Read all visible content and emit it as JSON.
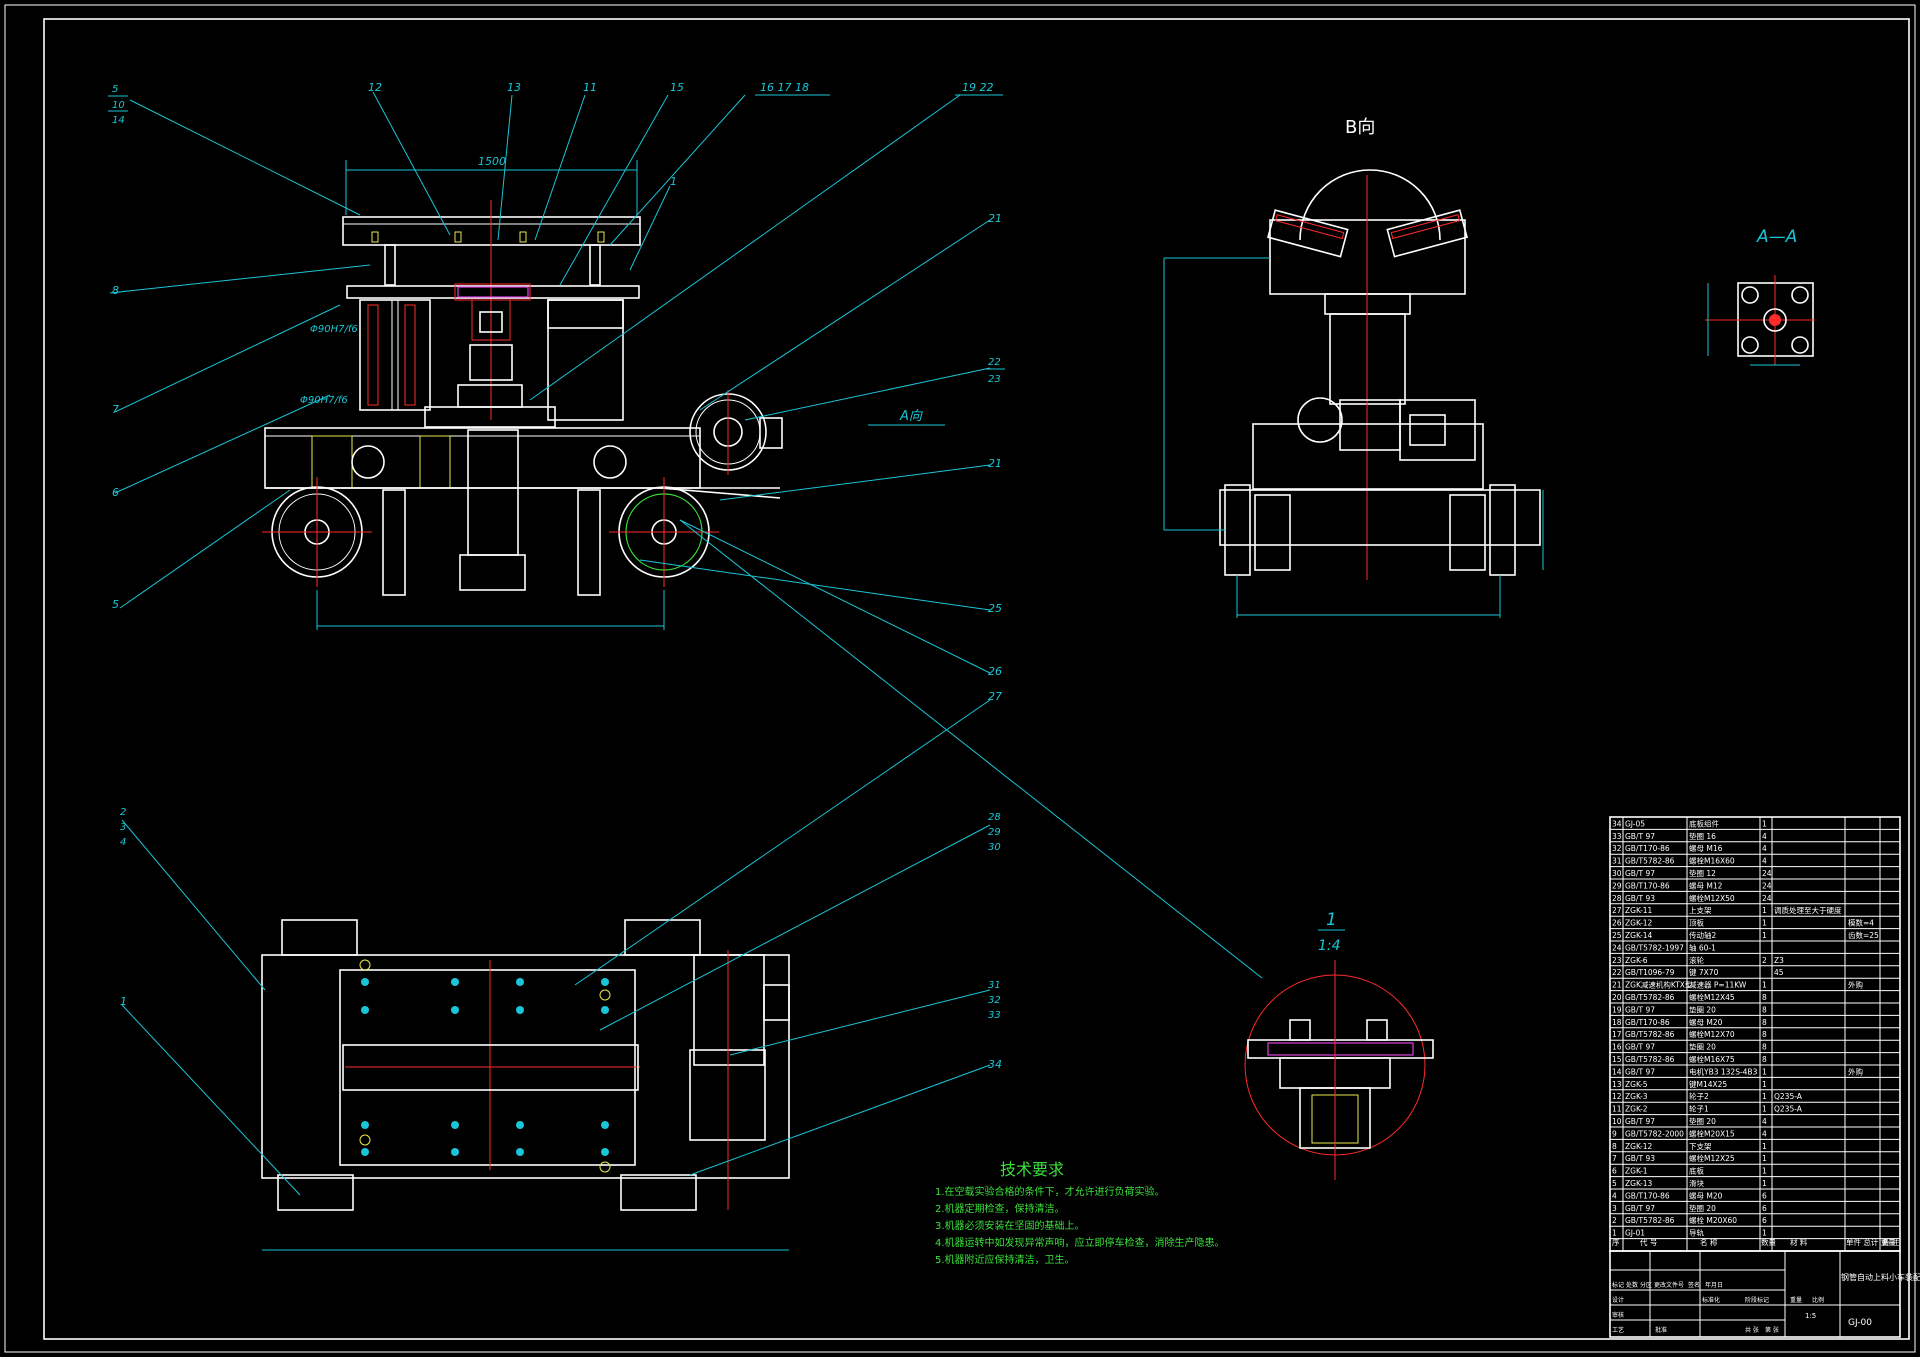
{
  "drawing": {
    "view_labels": {
      "b_view": "B向",
      "section_aa": "A—A",
      "a_view": "A向",
      "detail_num": "1",
      "detail_scale": "1:4"
    },
    "dimensions": {
      "top_width": "1500",
      "fit_upper": "Φ90H7/f6",
      "fit_lower": "Φ90H7/f6"
    },
    "balloons_top": [
      "12",
      "13",
      "11",
      "15",
      "16 17 18",
      "19 22"
    ],
    "balloons_left_front": [
      [
        "5",
        "10",
        "14"
      ],
      "8",
      "7",
      "6",
      "5"
    ],
    "balloon_one": "1",
    "balloons_right_front": [
      "21",
      [
        "22",
        "23"
      ],
      "21",
      "25",
      "26"
    ],
    "balloons_plan_left": [
      [
        "2",
        "3",
        "4"
      ],
      "1"
    ],
    "balloons_plan_right": [
      "27",
      [
        "28",
        "29",
        "30"
      ],
      [
        "31",
        "32",
        "33"
      ],
      "34"
    ],
    "tech_requirements": {
      "title": "技术要求",
      "items": [
        "1.在空载实验合格的条件下，才允许进行负荷实验。",
        "2.机器定期检查，保持清洁。",
        "3.机器必须安装在坚固的基础上。",
        "4.机器运转中如发现异常声响，应立即停车检查，消除生产隐患。",
        "5.机器附近应保持清洁，卫生。"
      ]
    },
    "bom": [
      [
        "34",
        "GJ-05",
        "底板组件",
        "1",
        ""
      ],
      [
        "33",
        "GB/T 97",
        "垫圈 16",
        "4",
        ""
      ],
      [
        "32",
        "GB/T170-86",
        "螺母 M16",
        "4",
        ""
      ],
      [
        "31",
        "GB/T5782-86",
        "螺栓M16X60",
        "4",
        ""
      ],
      [
        "30",
        "GB/T 97",
        "垫圈 12",
        "24",
        ""
      ],
      [
        "29",
        "GB/T170-86",
        "螺母 M12",
        "24",
        ""
      ],
      [
        "28",
        "GB/T 93",
        "螺栓M12X50",
        "24",
        ""
      ],
      [
        "27",
        "ZGK-11",
        "上支架",
        "1",
        "  调质处理至大于硬度"
      ],
      [
        "26",
        "ZGK-12",
        "顶板",
        "1",
        "",
        "模数=4"
      ],
      [
        "25",
        "ZGK-14",
        "传动轴2",
        "1",
        "",
        "齿数=25"
      ],
      [
        "24",
        "GB/T5782-1997",
        "轴 60-1",
        "",
        ""
      ],
      [
        "23",
        "ZGK-6",
        "滚轮",
        "2",
        "Z3"
      ],
      [
        "22",
        "GB/T1096-79",
        "键 7X70",
        "",
        "45"
      ],
      [
        "21",
        "ZGK减速机构KTX型",
        "减速器 P=11KW",
        "1",
        "",
        "外购"
      ],
      [
        "20",
        "GB/T5782-86",
        "螺栓M12X45",
        "8",
        ""
      ],
      [
        "19",
        "GB/T 97",
        "垫圈 20",
        "8",
        ""
      ],
      [
        "18",
        "GB/T170-86",
        "螺母 M20",
        "8",
        ""
      ],
      [
        "17",
        "GB/T5782-86",
        "螺栓M12X70",
        "8",
        ""
      ],
      [
        "16",
        "GB/T 97",
        "垫圈 20",
        "8",
        ""
      ],
      [
        "15",
        "GB/T5782-86",
        "螺栓M16X75",
        "8",
        ""
      ],
      [
        "14",
        "GB/T 97",
        "电机YB3 132S-4B3",
        "1",
        "",
        "外购"
      ],
      [
        "13",
        "ZGK-5",
        "键M14X25",
        "1",
        ""
      ],
      [
        "12",
        "ZGK-3",
        "轮子2",
        "1",
        "Q235-A"
      ],
      [
        "11",
        "ZGK-2",
        "轮子1",
        "1",
        "Q235-A"
      ],
      [
        "10",
        "GB/T 97",
        "垫圈 20",
        "4",
        ""
      ],
      [
        "9",
        "GB/T5782-2000",
        "螺栓M20X15",
        "4",
        ""
      ],
      [
        "8",
        "ZGK-12",
        "下支架",
        "1",
        ""
      ],
      [
        "7",
        "GB/T 93",
        "螺栓M12X25",
        "1",
        ""
      ],
      [
        "6",
        "ZGK-1",
        "底板",
        "1",
        ""
      ],
      [
        "5",
        "ZGK-13",
        "滑块",
        "1",
        ""
      ],
      [
        "4",
        "GB/T170-86",
        "螺母 M20",
        "6",
        ""
      ],
      [
        "3",
        "GB/T 97",
        "垫圈 20",
        "6",
        ""
      ],
      [
        "2",
        "GB/T5782-86",
        "螺栓 M20X60",
        "6",
        ""
      ],
      [
        "1",
        "GJ-01",
        "导轨",
        "1",
        ""
      ]
    ],
    "bom_header": [
      "序",
      "代  号",
      "名  称",
      "数量",
      "材  料",
      "单件 总计 重量",
      "备 注"
    ],
    "title_block": {
      "title": "钢管自动上料小车装配图",
      "drawing_no": "GJ-00",
      "labels": [
        "标记",
        "处数",
        "分区",
        "更改文件号",
        "签名",
        "年月日",
        "设计",
        "标准化",
        "阶段标记",
        "重量",
        "比例",
        "审核",
        "工艺",
        "批准",
        "共  张",
        "第  张"
      ],
      "scale": "1:5"
    }
  }
}
